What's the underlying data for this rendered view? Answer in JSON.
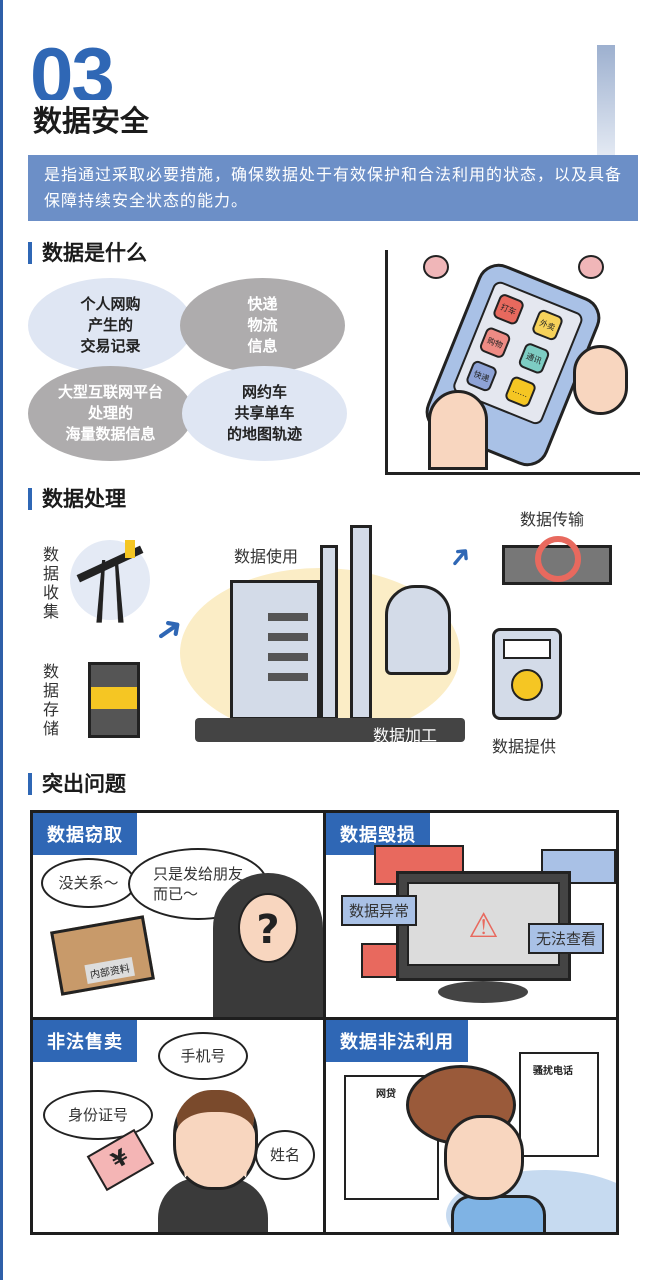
{
  "header": {
    "number": "03",
    "title": "数据安全",
    "definition": "是指通过采取必要措施，确保数据处于有效保护和合法利用的状态，以及具备保障持续安全状态的能力。"
  },
  "section1": {
    "title": "数据是什么",
    "items": [
      {
        "text": "个人网购\n产生的\n交易记录"
      },
      {
        "text": "快递\n物流\n信息"
      },
      {
        "text": "大型互联网平台\n处理的\n海量数据信息"
      },
      {
        "text": "网约车\n共享单车\n的地图轨迹"
      }
    ],
    "phone_apps": [
      "打车",
      "外卖",
      "购物",
      "通讯",
      "快递",
      "……"
    ]
  },
  "section2": {
    "title": "数据处理",
    "collect": "数据收集",
    "store": "数据存储",
    "use": "数据使用",
    "process": "数据加工",
    "transmit": "数据传输",
    "provide": "数据提供"
  },
  "section3": {
    "title": "突出问题",
    "panels": [
      {
        "title": "数据窃取",
        "bubble1": "没关系～",
        "bubble2": "只是发给朋友\n而已～",
        "box_label": "内部资料"
      },
      {
        "title": "数据毁损",
        "tag1": "数据异常",
        "tag2": "无法查看"
      },
      {
        "title": "非法售卖",
        "b1": "手机号",
        "b2": "身份证号",
        "b3": "姓名",
        "money": "¥"
      },
      {
        "title": "数据非法利用",
        "doc1": "网贷",
        "doc2": "骚扰电话"
      }
    ]
  },
  "colors": {
    "accent": "#2f67b5",
    "definition_bg": "#6c8fc7",
    "red": "#e8695e",
    "light_blue": "#a9c1e6"
  }
}
